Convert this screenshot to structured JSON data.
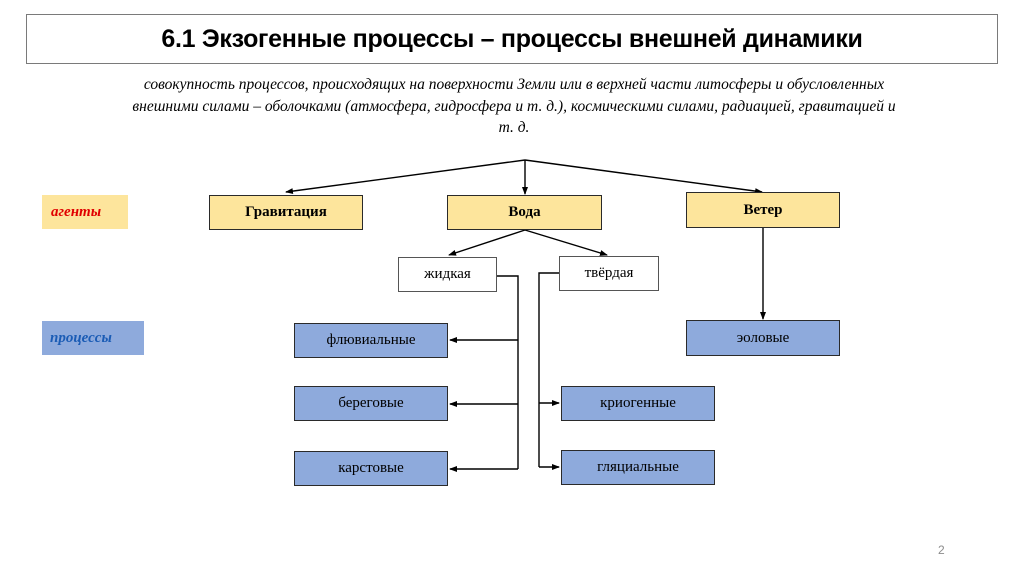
{
  "title": "6.1 Экзогенные процессы – процессы внешней динамики",
  "definition": {
    "line1": "совокупность процессов, происходящих на поверхности Земли или в верхней части литосферы и обусловленных",
    "line2": "внешними силами –  оболочками (атмосфера, гидросфера и т. д.), космическими силами, радиацией, гравитацией и",
    "line3": "т. д."
  },
  "row_labels": {
    "agents": "агенты",
    "processes": "процессы"
  },
  "agents": {
    "gravity": "Гравитация",
    "water": "Вода",
    "wind": "Ветер"
  },
  "water_states": {
    "liquid": "жидкая",
    "solid": "твёрдая"
  },
  "processes": {
    "fluvial": "флювиальные",
    "coastal": "береговые",
    "karst": "карстовые",
    "cryogenic": "криогенные",
    "glacial": "гляциальные",
    "aeolian": "эоловые"
  },
  "page_number": "2",
  "colors": {
    "agent_fill": "#fde59c",
    "process_fill": "#8eaadc",
    "agents_label_text": "#e00000",
    "processes_label_text": "#1b5cb5"
  }
}
